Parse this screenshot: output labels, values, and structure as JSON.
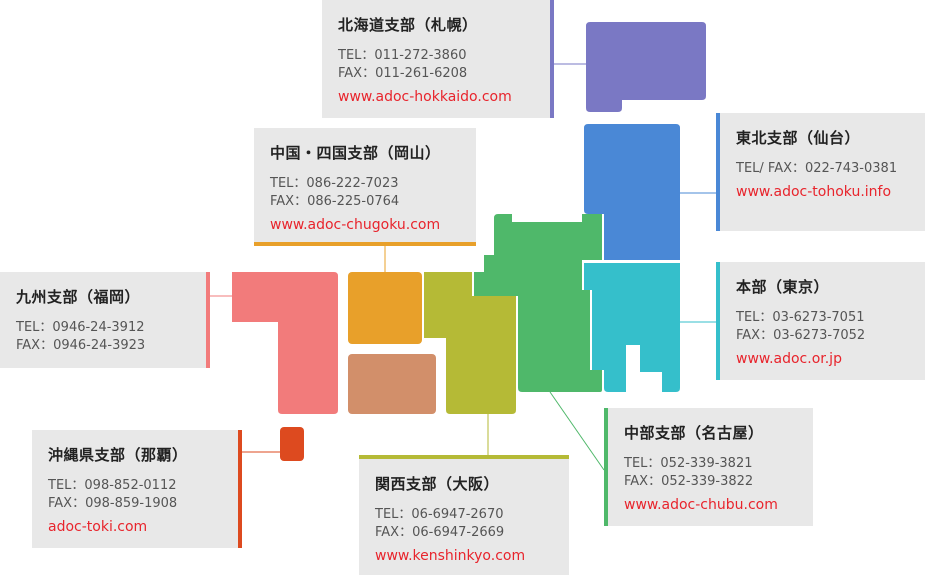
{
  "colors": {
    "hokkaido": "#7a78c4",
    "tohoku": "#4a88d6",
    "kanto": "#35bfcb",
    "chubu": "#4fb86a",
    "kansai": "#b5ba36",
    "chugoku": "#e8a02a",
    "shikoku": "#d28f6a",
    "kyushu": "#f27b7b",
    "okinawa": "#dd4a1f",
    "box_bg": "#e8e8e8",
    "url": "#e8242c"
  },
  "branches": {
    "hokkaido": {
      "name": "北海道支部（札幌）",
      "tel": "TEL：011-272-3860",
      "fax": "FAX：011-261-6208",
      "url": "www.adoc-hokkaido.com"
    },
    "chugoku": {
      "name": "中国・四国支部（岡山）",
      "tel": "TEL：086-222-7023",
      "fax": "FAX：086-225-0764",
      "url": "www.adoc-chugoku.com"
    },
    "kyushu": {
      "name": "九州支部（福岡）",
      "tel": "TEL：0946-24-3912",
      "fax": "FAX：0946-24-3923"
    },
    "okinawa": {
      "name": "沖縄県支部（那覇）",
      "tel": "TEL：098-852-0112",
      "fax": "FAX：098-859-1908",
      "url": "adoc-toki.com"
    },
    "kansai": {
      "name": "関西支部（大阪）",
      "tel": "TEL：06-6947-2670",
      "fax": "FAX：06-6947-2669",
      "url": "www.kenshinkyo.com"
    },
    "chubu": {
      "name": "中部支部（名古屋）",
      "tel": "TEL：052-339-3821",
      "fax": "FAX：052-339-3822",
      "url": "www.adoc-chubu.com"
    },
    "tohoku": {
      "name": "東北支部（仙台）",
      "telfax": "TEL/ FAX：022-743-0381",
      "url": "www.adoc-tohoku.info"
    },
    "honbu": {
      "name": "本部（東京）",
      "tel": "TEL：03-6273-7051",
      "fax": "FAX：03-6273-7052",
      "url": "www.adoc.or.jp"
    }
  }
}
